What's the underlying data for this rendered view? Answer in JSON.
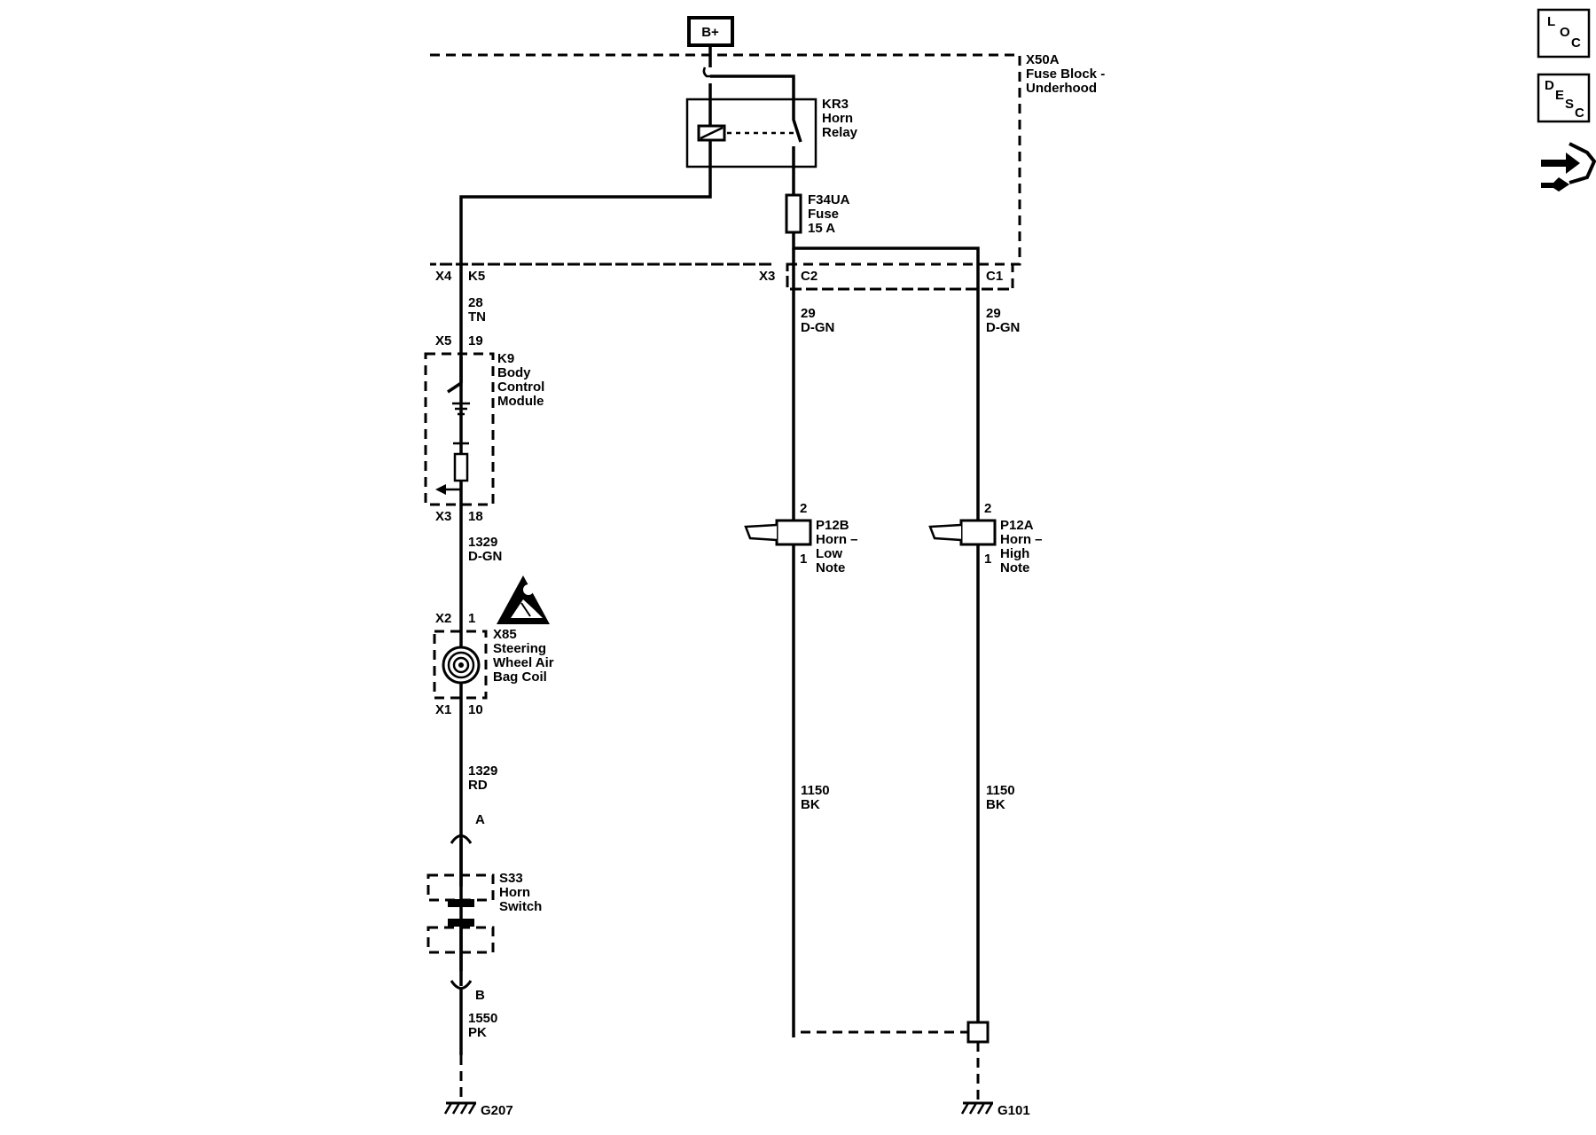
{
  "power": {
    "label": "B+"
  },
  "fuse_block": {
    "id": "X50A",
    "name_line1": "Fuse Block -",
    "name_line2": "Underhood"
  },
  "relay": {
    "id": "KR3",
    "line1": "Horn",
    "line2": "Relay"
  },
  "fuse": {
    "id": "F34UA",
    "line1": "Fuse",
    "line2": "15 A"
  },
  "connectors": {
    "x4": "X4",
    "k5": "K5",
    "x3_top": "X3",
    "c2": "C2",
    "c1": "C1",
    "x5": "X5",
    "pin19": "19",
    "x3_bcm": "X3",
    "pin18": "18",
    "x2": "X2",
    "pin1": "1",
    "x1": "X1",
    "pin10": "10",
    "a": "A",
    "b": "B"
  },
  "wires": {
    "w28_num": "28",
    "w28_color": "TN",
    "w29a_num": "29",
    "w29a_color": "D-GN",
    "w29b_num": "29",
    "w29b_color": "D-GN",
    "w1329a_num": "1329",
    "w1329a_color": "D-GN",
    "w1329b_num": "1329",
    "w1329b_color": "RD",
    "w1550_num": "1550",
    "w1550_color": "PK",
    "w1150a_num": "1150",
    "w1150a_color": "BK",
    "w1150b_num": "1150",
    "w1150b_color": "BK"
  },
  "bcm": {
    "id": "K9",
    "line1": "Body",
    "line2": "Control",
    "line3": "Module"
  },
  "airbag_coil": {
    "id": "X85",
    "line1": "Steering",
    "line2": "Wheel Air",
    "line3": "Bag Coil"
  },
  "horn_switch": {
    "id": "S33",
    "line1": "Horn",
    "line2": "Switch"
  },
  "horn_low": {
    "id": "P12B",
    "line1": "Horn –",
    "line2": "Low",
    "line3": "Note",
    "pin_top": "2",
    "pin_bottom": "1"
  },
  "horn_high": {
    "id": "P12A",
    "line1": "Horn –",
    "line2": "High",
    "line3": "Note",
    "pin_top": "2",
    "pin_bottom": "1"
  },
  "grounds": {
    "g207": "G207",
    "g101": "G101"
  },
  "side_icons": {
    "loc": {
      "l": "L",
      "o": "O",
      "c": "C"
    },
    "desc": {
      "d": "D",
      "e": "E",
      "s": "S",
      "c": "C"
    },
    "connector_icon": "connector-repair-icon"
  }
}
